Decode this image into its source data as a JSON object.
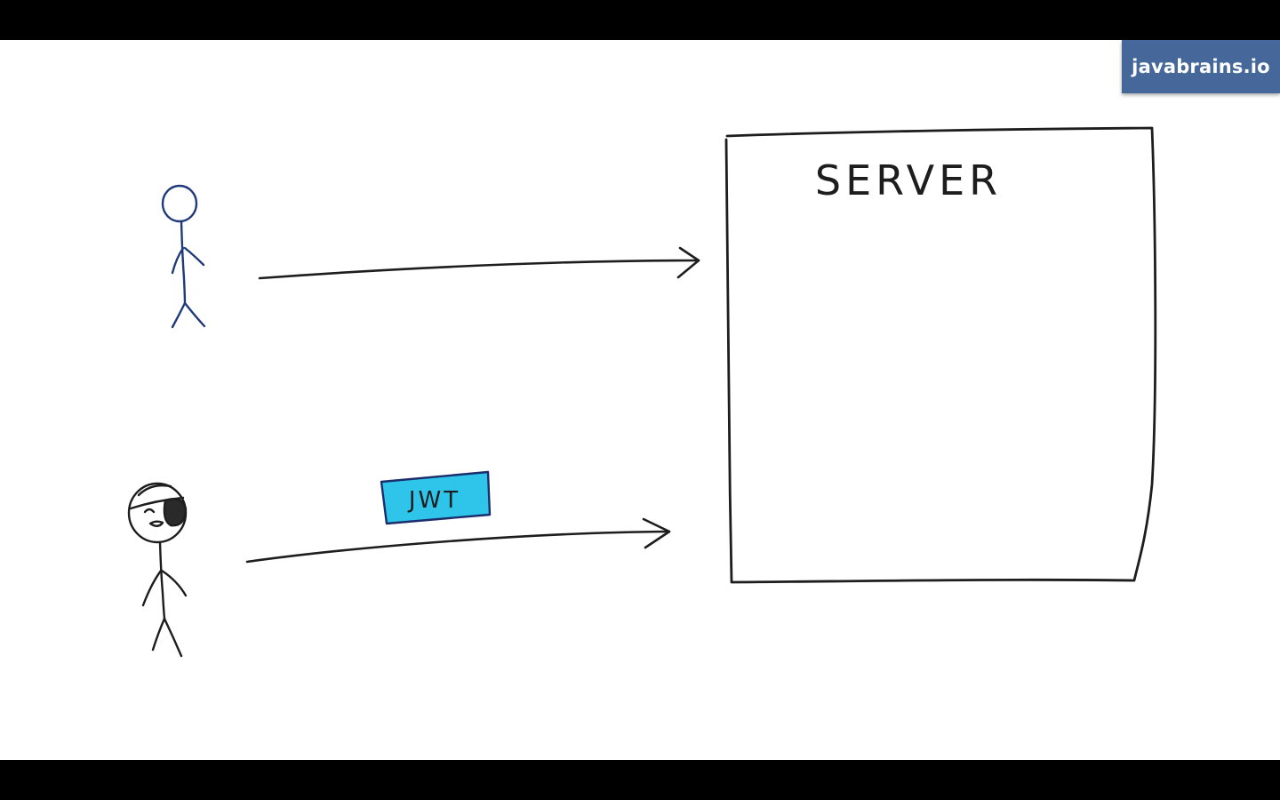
{
  "brand": {
    "label": "javabrains.io",
    "background": "#45679a",
    "text_color": "#ffffff"
  },
  "diagram": {
    "server_label": "SERVER",
    "token_label": "JWT",
    "colors": {
      "ink": "#1d1d1d",
      "user_ink": "#1f3a7a",
      "token_fill": "#2fc4ea",
      "token_border": "#1b2d6b"
    },
    "actors": [
      {
        "role": "legitimate-user",
        "icon": "stick-figure-icon"
      },
      {
        "role": "attacker",
        "icon": "pirate-stick-figure-icon"
      }
    ],
    "arrows": [
      {
        "from": "legitimate-user",
        "to": "server",
        "carries": ""
      },
      {
        "from": "attacker",
        "to": "server",
        "carries": "JWT"
      }
    ]
  }
}
